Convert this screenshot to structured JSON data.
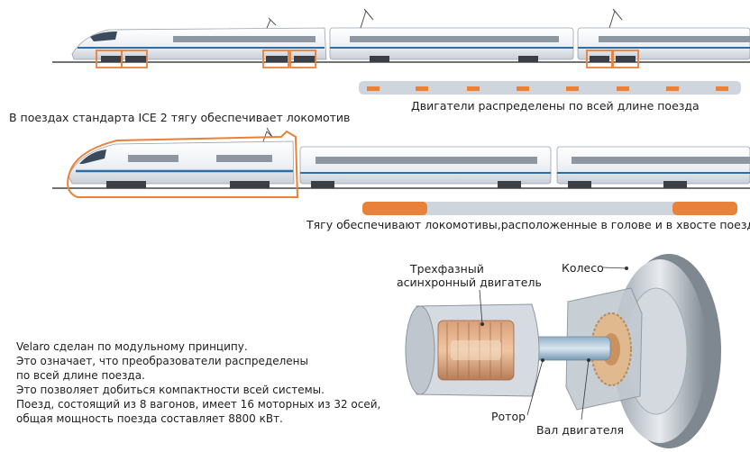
{
  "captions": {
    "distributed": "Двигатели распределены по всей длине поезда",
    "ice2": "В поездах стандарта ICE 2 тягу обеспечивает локомотив",
    "head_tail": "Тягу обеспечивают локомотивы,расположенные в голове и в хвосте поезда"
  },
  "parts": {
    "motor_line1": "Трехфазный",
    "motor_line2": "асинхронный двигатель",
    "wheel": "Колесо",
    "rotor": "Ротор",
    "shaft": "Вал двигателя"
  },
  "description": [
    "Velaro сделан по модульному принципу.",
    "Это означает, что преобразователи распределены",
    "по всей длине поезда.",
    "Это позволяет добиться компактности всей системы.",
    "Поезд, состоящий из 8 вагонов, имеет 16 моторных из 32 осей,",
    "общая мощность поезда составляет 8800 кВт."
  ],
  "colors": {
    "accent_orange": "#e8813a",
    "stripe_blue": "#2a6fa8",
    "train_body": "#eef0f3",
    "bar_gray": "#cfd5dc"
  }
}
